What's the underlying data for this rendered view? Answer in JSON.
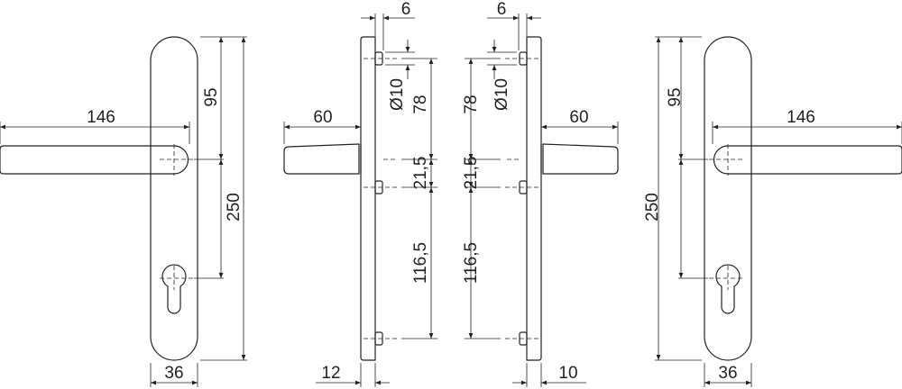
{
  "dims_left": {
    "lever_length": "146",
    "top_to_spindle": "95",
    "total_height": "250",
    "plate_width": "36",
    "lever_projection": "60",
    "screw_offset": "6",
    "screw_diameter": "Ø10",
    "screw_to_spindle": "78",
    "spindle_to_screw": "21,5",
    "screw_spacing": "116,5",
    "plate_thickness": "12"
  },
  "dims_right": {
    "lever_length": "146",
    "top_to_spindle": "95",
    "total_height": "250",
    "plate_width": "36",
    "lever_projection": "60",
    "screw_offset": "6",
    "screw_diameter": "Ø10",
    "screw_to_spindle": "78",
    "spindle_to_screw": "21,5",
    "screw_spacing": "116,5",
    "plate_thickness": "10"
  }
}
